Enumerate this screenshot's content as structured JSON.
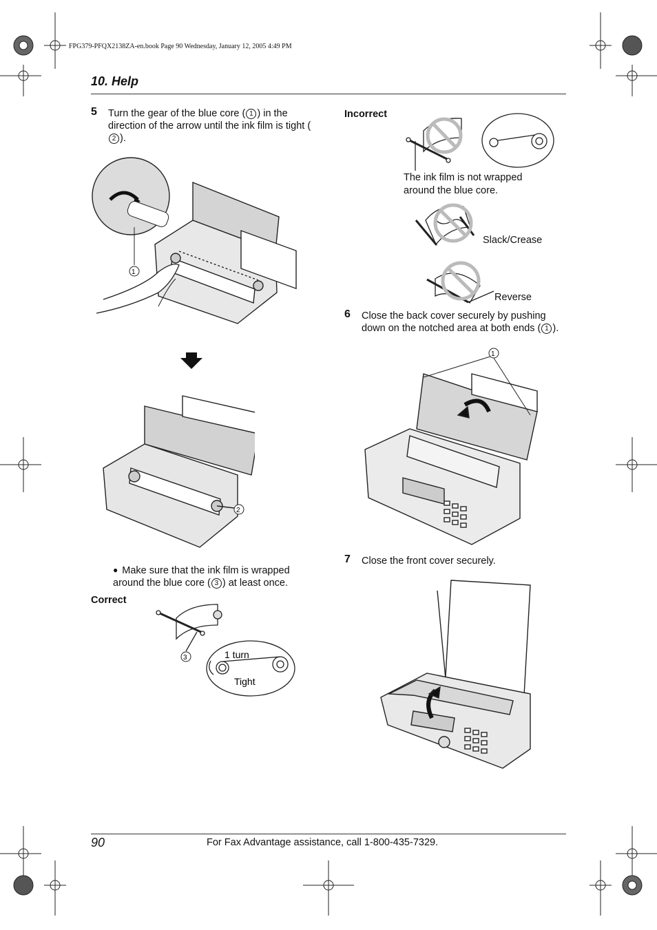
{
  "slug": "FPG379-PFQX2138ZA-en.book  Page 90  Wednesday, January 12, 2005  4:49 PM",
  "header": {
    "section_title": "10. Help"
  },
  "step5": {
    "num": "5",
    "text_a": "Turn the gear of the blue core (",
    "text_b": ") in the direction of the arrow until the ink film is tight (",
    "text_c": ").",
    "callout_1": "1",
    "callout_2": "2",
    "bullet_a": "Make sure that the ink film is wrapped around the blue core (",
    "bullet_b": ") at least once.",
    "callout_3": "3",
    "illustration_callout_1": "1",
    "illustration_callout_2": "2"
  },
  "correct": {
    "heading": "Correct",
    "callout_3": "3",
    "turn_label": "1 turn",
    "tight_label": "Tight"
  },
  "incorrect": {
    "heading": "Incorrect",
    "not_wrapped": "The ink film is not wrapped around the blue core.",
    "slack_crease": "Slack/Crease",
    "reverse": "Reverse"
  },
  "step6": {
    "num": "6",
    "text_a": "Close the back cover securely by pushing down on the notched area at both ends (",
    "text_b": ").",
    "callout_1": "1",
    "illustration_callout_1": "1"
  },
  "step7": {
    "num": "7",
    "text": "Close the front cover securely."
  },
  "footer": {
    "page_number": "90",
    "assistance": "For Fax Advantage assistance, call 1-800-435-7329."
  }
}
